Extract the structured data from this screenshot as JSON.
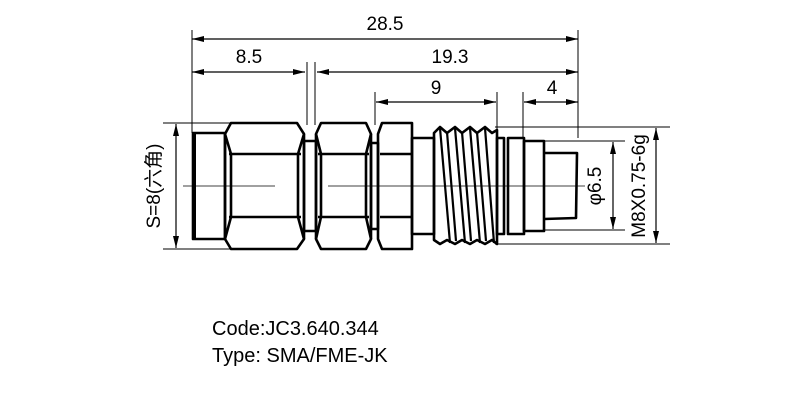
{
  "drawing": {
    "dimensions": {
      "overall_length": "28.5",
      "left_length": "8.5",
      "right_length": "19.3",
      "thread_length": "9",
      "tip_length": "4",
      "hex_size": "S=8(六角)",
      "tip_diameter": "φ6.5",
      "thread_spec": "M8X0.75-6g"
    }
  },
  "info": {
    "code": "Code:JC3.640.344",
    "type": "Type: SMA/FME-JK"
  },
  "colors": {
    "line": "#000000",
    "background": "#ffffff"
  }
}
